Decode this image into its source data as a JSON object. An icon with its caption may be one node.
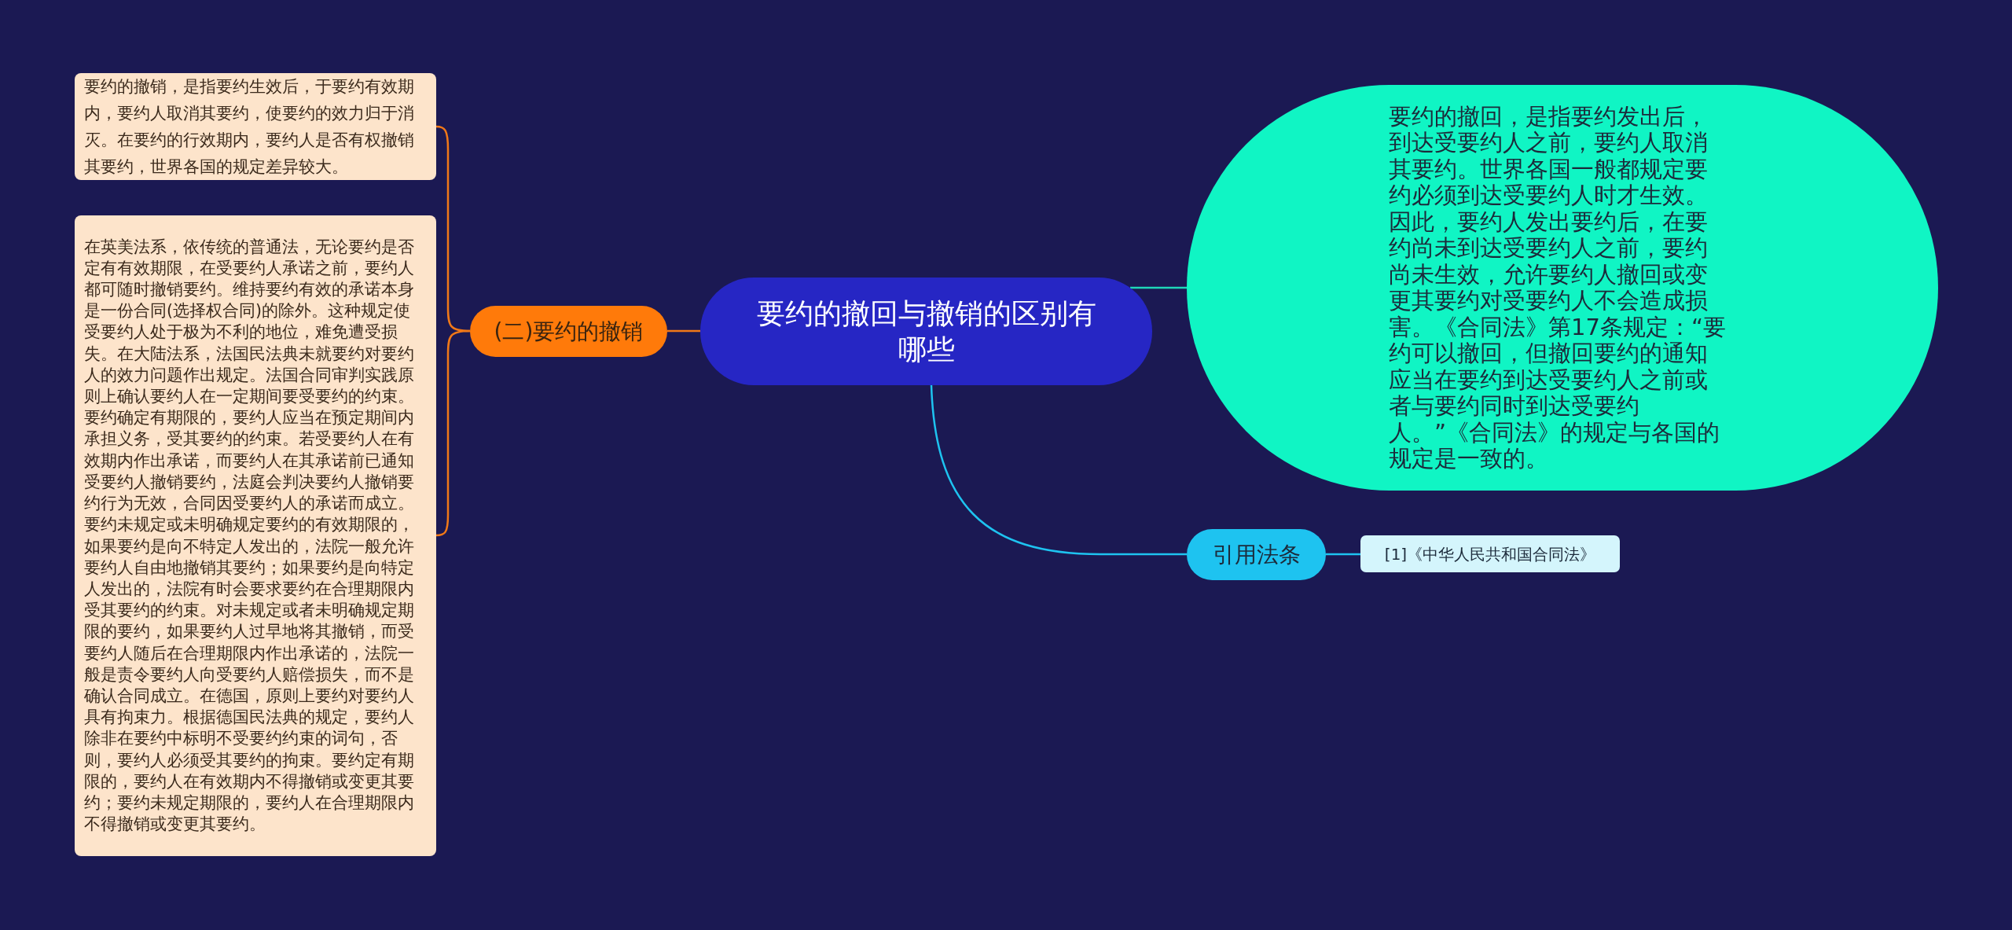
{
  "diagram": {
    "nodes": [
      {
        "text": [
          "要约的撤回与撤销的区别有哪些"
        ]
      },
      {
        "text": [
          "要约的撤回，是指要约发出后，到达受要约人之前，要约人取消其要约。世界各国一般都规定要约必须到达受要约人时才生效。因此，要约人发出要约后，在要约尚未到达受要约人之前，要约尚未生效，允许要约人撤回或变更其要约对受要约人不会造成损害。《合同法》第17条规定：“要约可以撤回，但撤回要约的通知应当在要约到达受要约人之前或者与要约同时到达受要约人。”《合同法》的规定与各国的规定是一致的。"
        ]
      },
      {
        "text": [
          "(二)要约的撤销"
        ]
      },
      {
        "text": [
          "要约的撤销，是指要约生效后，于要约有效期内，要约人取消其要约，使要约的效力归于消灭。在要约的行效期内，要约人是否有权撤销其要约，世界各国的规定差异较大。"
        ]
      },
      {
        "text": [
          "在英美法系，依传统的普通法，无论要约是否定有有效期限，在受要约人承诺之前，要约人都可随时撤销要约。维持要约有效的承诺本身是一份合同(选择权合同)的除外。这种规定使受要约人处于极为不利的地位，难免遭受损失。在大陆法系，法国民法典未就要约对要约人的效力问题作出规定。法国合同审判实践原则上确认要约人在一定期间要受要约的约束。要约确定有期限的，要约人应当在预定期间内承担义务，受其要约的约束。若受要约人在有效期内作出承诺，而要约人在其承诺前已通知受要约人撤销要约，法庭会判决要约人撤销要约行为无效，合同因受要约人的承诺而成立。要约未规定或未明确规定要约的有效期限的，如果要约是向不特定人发出的，法院一般允许要约人自由地撤销其要约；如果要约是向特定人发出的，法院有时会要求要约在合理期限内受其要约的约束。对未规定或者未明确规定期限的要约，如果要约人过早地将其撤销，而受要约人随后在合理期限内作出承诺的，法院一般是责令要约人向受要约人赔偿损失，而不是确认合同成立。在德国，原则上要约对要约人具有拘束力。根据德国民法典的规定，要约人除非在要约中标明不受要约约束的词句，否则，要约人必须受其要约的拘束。要约定有期限的，要约人在有效期内不得撤销或变更其要约；要约未规定期限的，要约人在合理期限内不得撤销或变更其要约。"
        ]
      },
      {
        "text": [
          "引用法条"
        ]
      },
      {
        "text": [
          "[1]《中华人民共和国合同法》"
        ]
      }
    ],
    "edges": [
      {
        "from": 0,
        "to": 1,
        "arrow": "none",
        "color": "#1fd6b8"
      },
      {
        "from": 0,
        "to": 2,
        "arrow": "none",
        "color": "#f07818"
      },
      {
        "from": 2,
        "to": 3,
        "arrow": "none",
        "color": "#f07818"
      },
      {
        "from": 2,
        "to": 4,
        "arrow": "none",
        "color": "#f07818"
      },
      {
        "from": 0,
        "to": 5,
        "arrow": "none",
        "color": "#1ec3f0"
      },
      {
        "from": 5,
        "to": 6,
        "arrow": "none",
        "color": "#1ec3f0"
      }
    ]
  }
}
